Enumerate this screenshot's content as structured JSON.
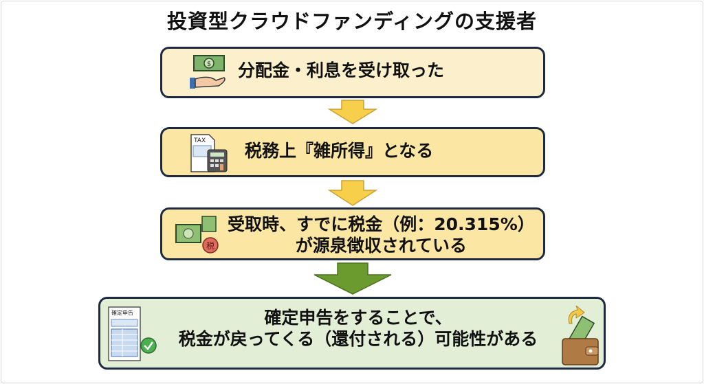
{
  "title": "投資型クラウドファンディングの支援者",
  "steps": [
    {
      "text": "分配金・利息を受け取った"
    },
    {
      "text": "税務上『雑所得』となる",
      "icon_label": "TAX"
    },
    {
      "line1": "受取時、すでに税金（例：20.315%）",
      "line2": "が源泉徴収されている",
      "icon_label": "税"
    },
    {
      "line1": "確定申告をすることで、",
      "line2": "税金が戻ってくる（還付される）可能性がある",
      "icon_label": "確定申告"
    }
  ],
  "colors": {
    "border": "#1d2842",
    "yellow_arrow": "#f7cf4a",
    "green_arrow": "#6b9a2e",
    "green_box": "#e3eed6"
  }
}
